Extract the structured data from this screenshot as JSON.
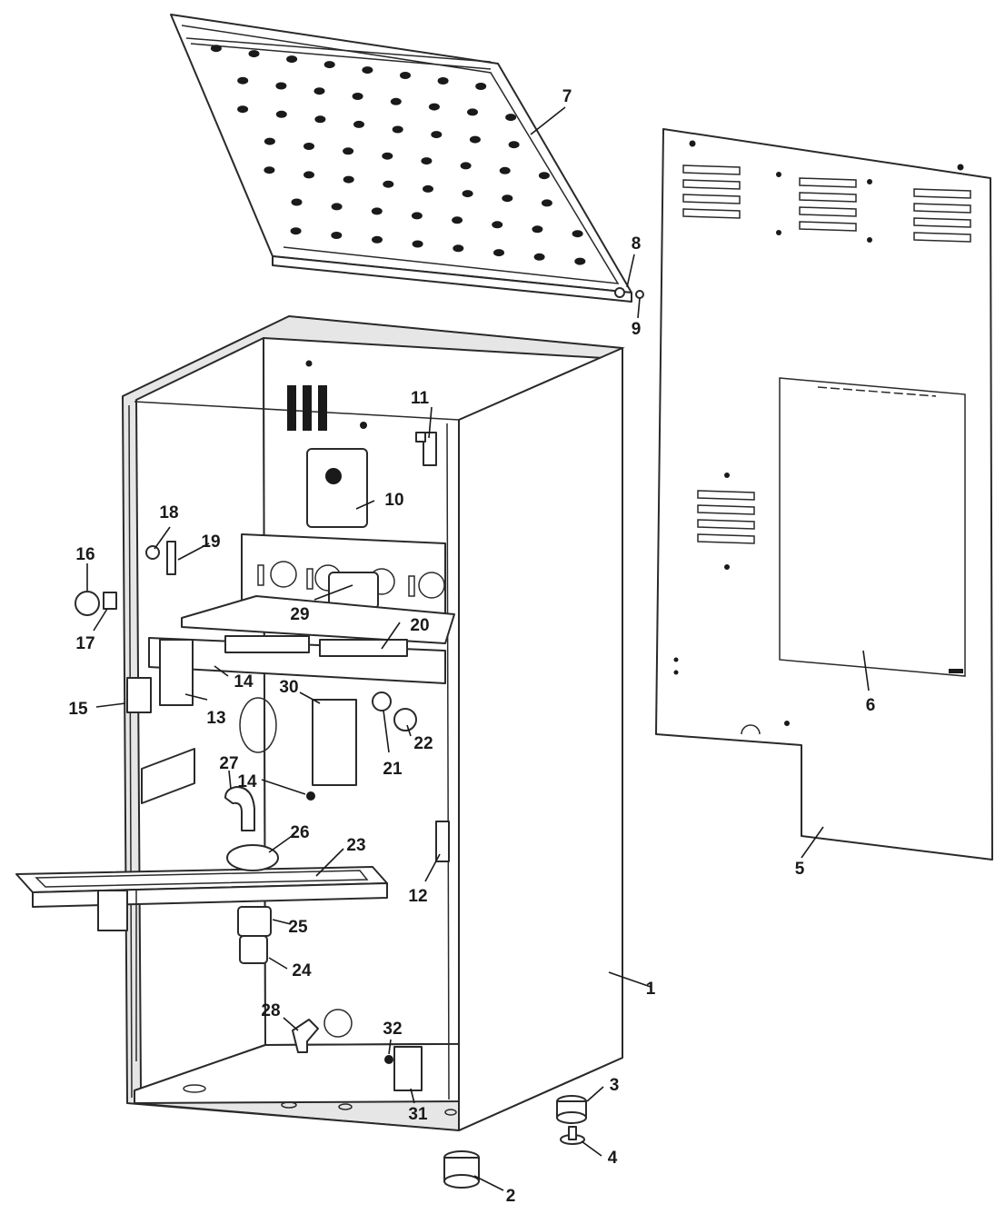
{
  "diagram": {
    "type": "exploded-parts-view",
    "callouts": [
      "1",
      "2",
      "3",
      "4",
      "5",
      "6",
      "7",
      "8",
      "9",
      "10",
      "11",
      "12",
      "13",
      "14",
      "14",
      "15",
      "16",
      "17",
      "18",
      "19",
      "20",
      "21",
      "22",
      "23",
      "24",
      "25",
      "26",
      "27",
      "28",
      "29",
      "30",
      "31",
      "32"
    ]
  }
}
